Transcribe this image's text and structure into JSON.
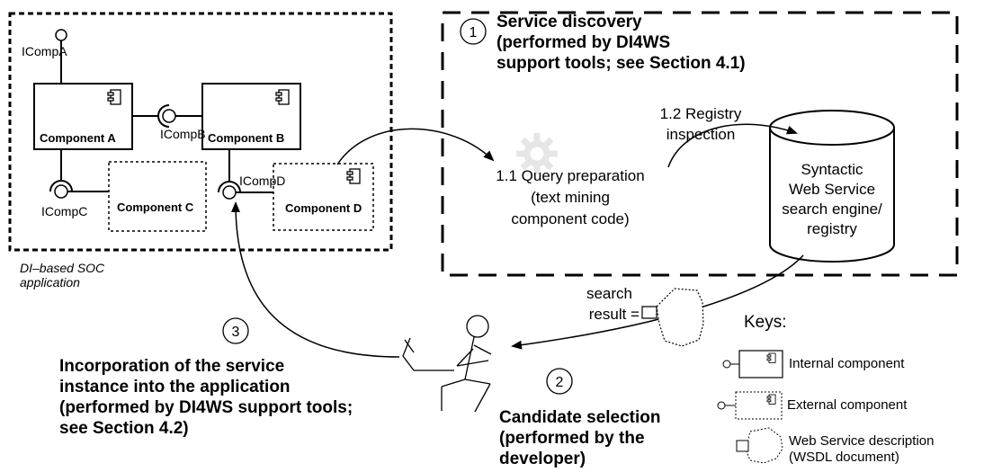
{
  "soc_app": {
    "caption_line1": "DI–based SOC",
    "caption_line2": "application",
    "components": {
      "a": "Component A",
      "b": "Component B",
      "c": "Component C",
      "d": "Component D"
    },
    "interfaces": {
      "a": "ICompA",
      "b": "ICompB",
      "c": "ICompC",
      "d": "ICompD"
    }
  },
  "step1": {
    "number": "1",
    "title_line1": "Service discovery",
    "title_line2": "(performed by DI4WS",
    "title_line3": "support tools; see Section 4.1)",
    "query_line1": "1.1 Query preparation",
    "query_line2": "(text mining",
    "query_line3": "component code)",
    "registry_step_line1": "1.2 Registry",
    "registry_step_line2": "inspection",
    "registry_line1": "Syntactic",
    "registry_line2": "Web Service",
    "registry_line3": "search engine/",
    "registry_line4": "registry"
  },
  "search_result": {
    "line1": "search",
    "line2": "result ="
  },
  "step2": {
    "number": "2",
    "line1": "Candidate selection",
    "line2": "(performed by the",
    "line3": "developer)"
  },
  "step3": {
    "number": "3",
    "line1": "Incorporation of the service",
    "line2": "instance into the application",
    "line3": "(performed by DI4WS support tools;",
    "line4": "see Section 4.2)"
  },
  "keys": {
    "title": "Keys:",
    "internal": "Internal component",
    "external": "External component",
    "wsdl_line1": "Web Service description",
    "wsdl_line2": "(WSDL document)"
  }
}
